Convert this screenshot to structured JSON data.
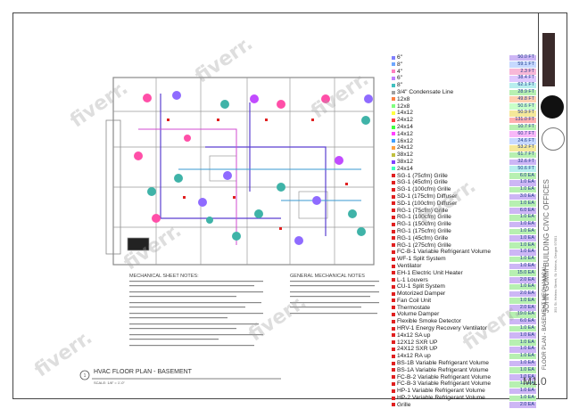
{
  "sheet": {
    "title": "HVAC FLOOR PLAN - BASEMENT",
    "scale": "SCALE: 1/8\" = 1'-0\"",
    "number": "M1.0",
    "notes_heading_1": "MECHANICAL SHEET NOTES:",
    "notes_heading_2": "GENERAL MECHANICAL NOTES"
  },
  "title_block": {
    "project": "JOHN GUMM BUILDING CIVIC OFFICES",
    "address": "351 St. Helens Street, St. Helens, Oregon 97051",
    "drawing": "FLOOR PLAN - BASEMENT MECHANICAL"
  },
  "watermark": "fiverr.",
  "colors": {
    "accent_blue": "#1e3a8a",
    "qty_green": "#b7f0b1",
    "qty_purple": "#cdb6f5",
    "qty_yellow": "#f5e89a",
    "qty_pink": "#f8b8d8"
  },
  "legend": [
    {
      "label": "6\"",
      "qty": "50.0 FT",
      "sw": "#8080ff",
      "qbg": "#cdb6f5"
    },
    {
      "label": "8\"",
      "qty": "59.1 FT",
      "sw": "#6fa8ff",
      "qbg": "#c7d9ff"
    },
    {
      "label": "4\"",
      "qty": "2.3 FT",
      "sw": "#ff80c0",
      "qbg": "#f8b8d8"
    },
    {
      "label": "6\"",
      "qty": "38.4 FT",
      "sw": "#c080ff",
      "qbg": "#e0c8ff"
    },
    {
      "label": "8\"",
      "qty": "62.1 FT",
      "sw": "#40c0c0",
      "qbg": "#b8eeee"
    },
    {
      "label": "3/4\" Condensate Line",
      "qty": "28.9 FT",
      "sw": "#a0a0a0",
      "qbg": "#b7f0b1"
    },
    {
      "label": "12x8",
      "qty": "49.8 FT",
      "sw": "#ff8040",
      "qbg": "#ffd0b0"
    },
    {
      "label": "12x8",
      "qty": "50.6 FT",
      "sw": "#80ff80",
      "qbg": "#c8ffc8"
    },
    {
      "label": "14x12",
      "qty": "50.9 FT",
      "sw": "#ffff40",
      "qbg": "#f5e89a"
    },
    {
      "label": "24x12",
      "qty": "131.0 FT",
      "sw": "#ff4040",
      "qbg": "#ffb0b0"
    },
    {
      "label": "24x14",
      "qty": "10.7 FT",
      "sw": "#40ff40",
      "qbg": "#b7f0b1"
    },
    {
      "label": "14x12",
      "qty": "60.7 FT",
      "sw": "#ff40ff",
      "qbg": "#f8b8f8"
    },
    {
      "label": "16x12",
      "qty": "24.6 FT",
      "sw": "#40a0ff",
      "qbg": "#c7d9ff"
    },
    {
      "label": "24x12",
      "qty": "53.2 FT",
      "sw": "#ffa040",
      "qbg": "#f5e89a"
    },
    {
      "label": "38x12",
      "qty": "61.7 FT",
      "sw": "#c0c040",
      "qbg": "#b7f0b1"
    },
    {
      "label": "38x12",
      "qty": "32.6 FT",
      "sw": "#8040ff",
      "qbg": "#cdb6f5"
    },
    {
      "label": "24x14",
      "qty": "50.6 FT",
      "sw": "#40ffc0",
      "qbg": "#b8eeee"
    },
    {
      "label": "SG-1 (75cfm) Grille",
      "qty": "6.0 EA",
      "sw": "#e02020",
      "qbg": "#b7f0b1"
    },
    {
      "label": "SG-1 (45cfm) Grille",
      "qty": "1.0 EA",
      "sw": "#e02020",
      "qbg": "#cdb6f5"
    },
    {
      "label": "SG-1 (100cfm) Grille",
      "qty": "1.0 EA",
      "sw": "#e02020",
      "qbg": "#b7f0b1"
    },
    {
      "label": "SD-1 (175cfm) Diffuser",
      "qty": "3.0 EA",
      "sw": "#e02020",
      "qbg": "#cdb6f5"
    },
    {
      "label": "SD-1 (100cfm) Diffuser",
      "qty": "1.0 EA",
      "sw": "#e02020",
      "qbg": "#b7f0b1"
    },
    {
      "label": "RG-1 (75cfm) Grille",
      "qty": "6.0 EA",
      "sw": "#e02020",
      "qbg": "#cdb6f5"
    },
    {
      "label": "RG-1 (100cfm) Grille",
      "qty": "1.0 EA",
      "sw": "#e02020",
      "qbg": "#b7f0b1"
    },
    {
      "label": "RG-1 (150cfm) Grille",
      "qty": "1.0 EA",
      "sw": "#e02020",
      "qbg": "#cdb6f5"
    },
    {
      "label": "RG-1 (175cfm) Grille",
      "qty": "1.0 EA",
      "sw": "#e02020",
      "qbg": "#b7f0b1"
    },
    {
      "label": "RG-1 (45cfm) Grille",
      "qty": "1.0 EA",
      "sw": "#e02020",
      "qbg": "#cdb6f5"
    },
    {
      "label": "RG-1 (275cfm) Grille",
      "qty": "1.0 EA",
      "sw": "#e02020",
      "qbg": "#b7f0b1"
    },
    {
      "label": "FC-B-1 Variable Refrigerant Volume",
      "qty": "1.0 EA",
      "sw": "#e02020",
      "qbg": "#cdb6f5"
    },
    {
      "label": "WF-1 Split System",
      "qty": "1.0 EA",
      "sw": "#e02020",
      "qbg": "#b7f0b1"
    },
    {
      "label": "Ventilator",
      "qty": "1.0 EA",
      "sw": "#e02020",
      "qbg": "#cdb6f5"
    },
    {
      "label": "EH-1 Electric Unit Heater",
      "qty": "15.0 EA",
      "sw": "#e02020",
      "qbg": "#b7f0b1"
    },
    {
      "label": "L-1 Louvers",
      "qty": "2.0 EA",
      "sw": "#e02020",
      "qbg": "#cdb6f5"
    },
    {
      "label": "CU-1 Split System",
      "qty": "1.0 EA",
      "sw": "#e02020",
      "qbg": "#b7f0b1"
    },
    {
      "label": "Motorized Damper",
      "qty": "2.0 EA",
      "sw": "#e02020",
      "qbg": "#cdb6f5"
    },
    {
      "label": "Fan Coil Unit",
      "qty": "1.0 EA",
      "sw": "#e02020",
      "qbg": "#b7f0b1"
    },
    {
      "label": "Thermostate",
      "qty": "2.0 EA",
      "sw": "#e02020",
      "qbg": "#cdb6f5"
    },
    {
      "label": "Volume Damper",
      "qty": "19.0 EA",
      "sw": "#e02020",
      "qbg": "#b7f0b1"
    },
    {
      "label": "Flexible Smoke Detector",
      "qty": "6.0 EA",
      "sw": "#e02020",
      "qbg": "#cdb6f5"
    },
    {
      "label": "HRV-1 Energy Recovery Ventilator",
      "qty": "1.0 EA",
      "sw": "#e02020",
      "qbg": "#b7f0b1"
    },
    {
      "label": "14x12 SA up",
      "qty": "1.0 EA",
      "sw": "#e02020",
      "qbg": "#cdb6f5"
    },
    {
      "label": "12X12 SXR UP",
      "qty": "1.0 EA",
      "sw": "#e02020",
      "qbg": "#b7f0b1"
    },
    {
      "label": "24X12 SXR UP",
      "qty": "1.0 EA",
      "sw": "#e02020",
      "qbg": "#cdb6f5"
    },
    {
      "label": "14x12 RA up",
      "qty": "1.0 EA",
      "sw": "#e02020",
      "qbg": "#b7f0b1"
    },
    {
      "label": "BS-1B Variable Refrigerant Volume",
      "qty": "1.0 EA",
      "sw": "#e02020",
      "qbg": "#cdb6f5"
    },
    {
      "label": "BS-1A Variable Refrigerant Volume",
      "qty": "1.0 EA",
      "sw": "#e02020",
      "qbg": "#b7f0b1"
    },
    {
      "label": "FC-B-2 Variable Refrigerant Volume",
      "qty": "1.0 EA",
      "sw": "#e02020",
      "qbg": "#cdb6f5"
    },
    {
      "label": "FC-B-3 Variable Refrigerant Volume",
      "qty": "1.0 EA",
      "sw": "#e02020",
      "qbg": "#b7f0b1"
    },
    {
      "label": "HP-1 Variable Refrigerant Volume",
      "qty": "1.0 EA",
      "sw": "#e02020",
      "qbg": "#cdb6f5"
    },
    {
      "label": "HP-2 Variable Refrigerant Volume",
      "qty": "1.0 EA",
      "sw": "#e02020",
      "qbg": "#b7f0b1"
    },
    {
      "label": "Grille",
      "qty": "2.0 EA",
      "sw": "#e02020",
      "qbg": "#cdb6f5"
    }
  ]
}
